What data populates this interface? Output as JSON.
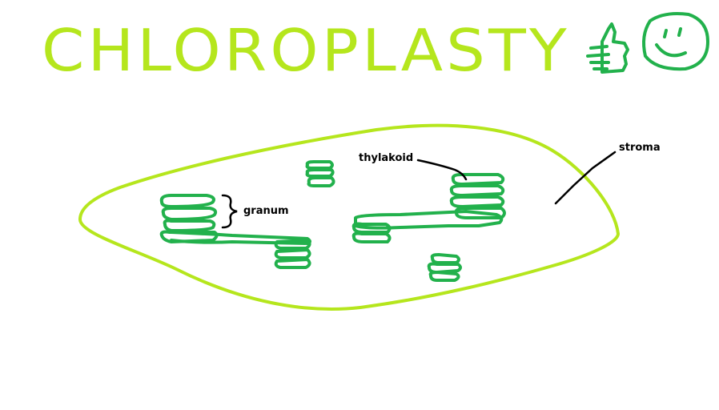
{
  "title": "CHLOROPLASTY",
  "labels": {
    "thylakoid": "thylakoid",
    "granum": "granum",
    "stroma": "stroma"
  },
  "decorations": {
    "thumbs_up": "thumbs-up-icon",
    "smiley": "smiley-face-icon"
  },
  "colors": {
    "title": "#b5e61d",
    "membrane": "#b5e61d",
    "thylakoid": "#22b14c",
    "label": "#000000",
    "background": "#ffffff"
  }
}
